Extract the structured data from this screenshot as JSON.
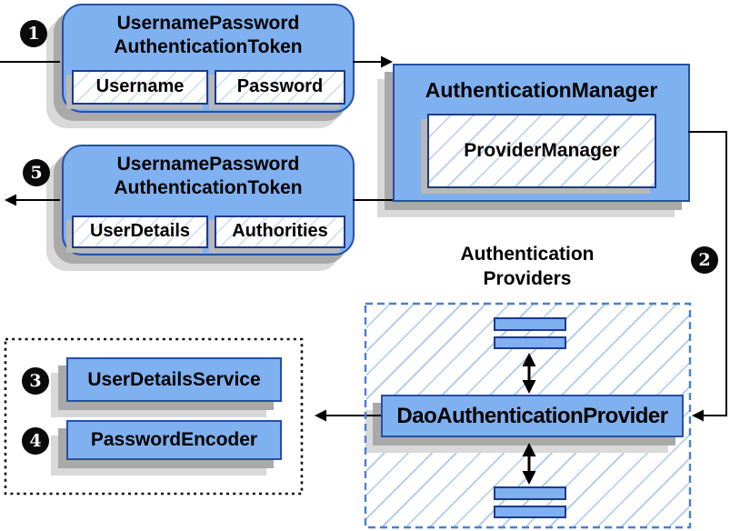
{
  "steps": [
    "1",
    "2",
    "3",
    "4",
    "5"
  ],
  "nodes": {
    "request_token": {
      "title": [
        "UsernamePassword",
        "AuthenticationToken"
      ],
      "fields": [
        "Username",
        "Password"
      ]
    },
    "auth_manager": {
      "title": "AuthenticationManager",
      "inner": "ProviderManager"
    },
    "result_token": {
      "title": [
        "UsernamePassword",
        "AuthenticationToken"
      ],
      "fields": [
        "UserDetails",
        "Authorities"
      ]
    },
    "providers_group": {
      "label": [
        "Authentication",
        "Providers"
      ],
      "provider": "DaoAuthenticationProvider"
    },
    "services": {
      "items": [
        "UserDetailsService",
        "PasswordEncoder"
      ]
    }
  },
  "colors": {
    "box_fill": "#7fb0ef",
    "box_border": "#2450a5",
    "field_border": "#1d3a8c",
    "hatch_line": "#a9c9ee",
    "hatch_light": "#c9dcf5",
    "dashed_border": "#4a7fd2",
    "dotted_border": "#111111",
    "shadow_dark": "#a9a9a9",
    "shadow_light": "#d9d9d9",
    "connector": "#000000",
    "canvas_bg": "#ffffff"
  }
}
